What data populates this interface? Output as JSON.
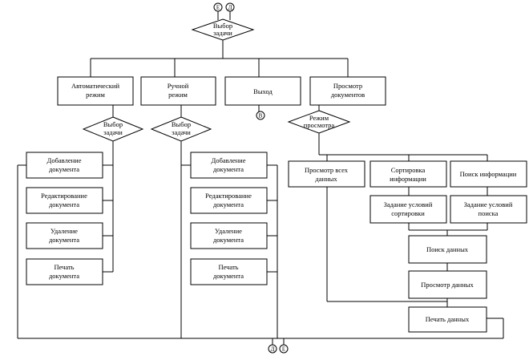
{
  "top_decision": {
    "line1": "Выбор",
    "line2": "задачи"
  },
  "top_connectors": [
    "Е",
    "Д"
  ],
  "modes": {
    "auto": {
      "line1": "Автоматический",
      "line2": "режим"
    },
    "manual": {
      "line1": "Ручной",
      "line2": "режим"
    },
    "exit": {
      "label": "Выход"
    },
    "view": {
      "line1": "Просмотр",
      "line2": "документов"
    }
  },
  "exit_connector": "В",
  "auto_decision": {
    "line1": "Выбор",
    "line2": "задачи"
  },
  "manual_decision": {
    "line1": "Выбор",
    "line2": "задачи"
  },
  "view_decision": {
    "line1": "Режим",
    "line2": "просмотра"
  },
  "auto_tasks": [
    {
      "line1": "Добавление",
      "line2": "документа"
    },
    {
      "line1": "Редактирование",
      "line2": "документа"
    },
    {
      "line1": "Удаление",
      "line2": "документа"
    },
    {
      "line1": "Печать",
      "line2": "документа"
    }
  ],
  "manual_tasks": [
    {
      "line1": "Добавление",
      "line2": "документа"
    },
    {
      "line1": "Редактирование",
      "line2": "документа"
    },
    {
      "line1": "Удаление",
      "line2": "документа"
    },
    {
      "line1": "Печать",
      "line2": "документа"
    }
  ],
  "view_modes": {
    "all": {
      "line1": "Просмотр всех",
      "line2": "данных"
    },
    "sort": {
      "line1": "Сортировка",
      "line2": "информации"
    },
    "search": {
      "label": "Поиск информации"
    }
  },
  "sort_conditions": {
    "line1": "Задание условий",
    "line2": "сортировки"
  },
  "search_conditions": {
    "line1": "Задание условий",
    "line2": "поиска"
  },
  "data_steps": {
    "search_data": "Поиск данных",
    "view_data": "Просмотр данных",
    "print_data": "Печать данных"
  },
  "bottom_connectors": [
    "Д",
    "Е"
  ]
}
